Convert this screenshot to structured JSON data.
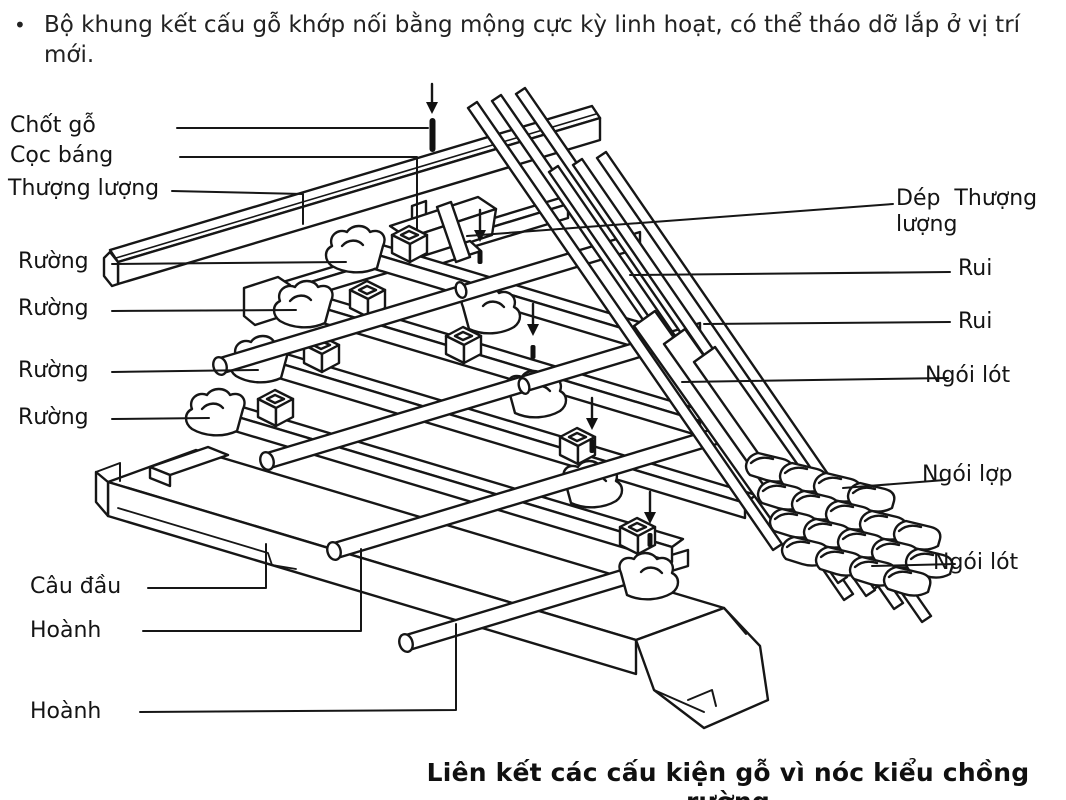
{
  "page": {
    "background": "#ffffff",
    "line_color": "#161616"
  },
  "intro": {
    "bullet": "•",
    "text": "Bộ khung kết cấu gỗ khớp nối bằng mộng cực kỳ linh hoạt, có thể tháo dỡ lắp ở vị trí mới."
  },
  "diagram": {
    "title": "Vietnamese timber roof truss joinery diagram (vì nóc kiểu chồng rường)",
    "labels_left": [
      {
        "id": "chot-go",
        "text": "Chốt gỗ"
      },
      {
        "id": "coc-bang",
        "text": "Cọc báng"
      },
      {
        "id": "thuong-luong",
        "text": "Thượng lượng"
      },
      {
        "id": "ruong-1",
        "text": "Rường"
      },
      {
        "id": "ruong-2",
        "text": "Rường"
      },
      {
        "id": "ruong-3",
        "text": "Rường"
      },
      {
        "id": "ruong-4",
        "text": "Rường"
      },
      {
        "id": "cau-dau",
        "text": "Câu đầu"
      },
      {
        "id": "hoanh-1",
        "text": "Hoành"
      },
      {
        "id": "hoanh-2",
        "text": "Hoành"
      }
    ],
    "labels_right": [
      {
        "id": "dep-thuong-luong",
        "text": "Dép Thượng lượng"
      },
      {
        "id": "rui-1",
        "text": "Rui"
      },
      {
        "id": "rui-2",
        "text": "Rui"
      },
      {
        "id": "ngoi-lot-1",
        "text": "Ngói lót"
      },
      {
        "id": "ngoi-lop",
        "text": "Ngói lợp"
      },
      {
        "id": "ngoi-lot-2",
        "text": "Ngói lót"
      }
    ]
  },
  "caption": {
    "text": "Liên kết các cấu kiện gỗ vì nóc kiểu chồng rường"
  }
}
